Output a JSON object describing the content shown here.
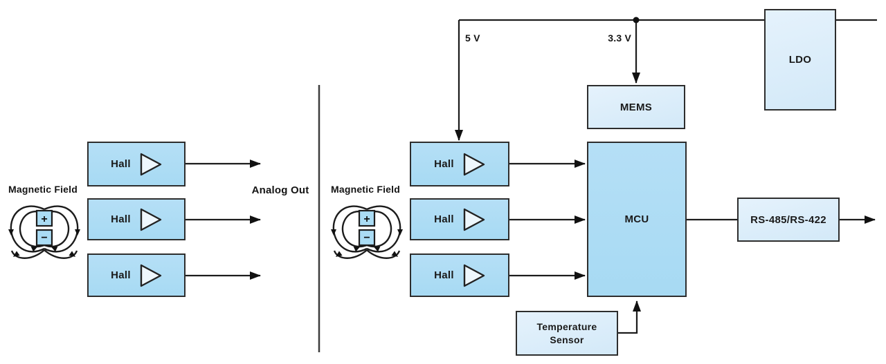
{
  "colors": {
    "box_fill_dark": "#aadcf4",
    "box_fill_light": "#ddeefb",
    "box_border": "#2d2d2d",
    "wire": "#1c1c1c",
    "text": "#141414",
    "background": "#ffffff"
  },
  "left_panel": {
    "magnetic_field_label": "Magnetic Field",
    "magnet_plus": "+",
    "magnet_minus": "−",
    "hall_blocks": [
      "Hall",
      "Hall",
      "Hall"
    ],
    "analog_out_label": "Analog Out"
  },
  "right_panel": {
    "magnetic_field_label": "Magnetic Field",
    "magnet_plus": "+",
    "magnet_minus": "−",
    "hall_blocks": [
      "Hall",
      "Hall",
      "Hall"
    ],
    "supply_5v_label": "5 V",
    "supply_3v3_label": "3.3 V",
    "mems_label": "MEMS",
    "ldo_label": "LDO",
    "mcu_label": "MCU",
    "temperature_sensor_line1": "Temperature",
    "temperature_sensor_line2": "Sensor",
    "rs485_label": "RS-485/RS-422"
  }
}
